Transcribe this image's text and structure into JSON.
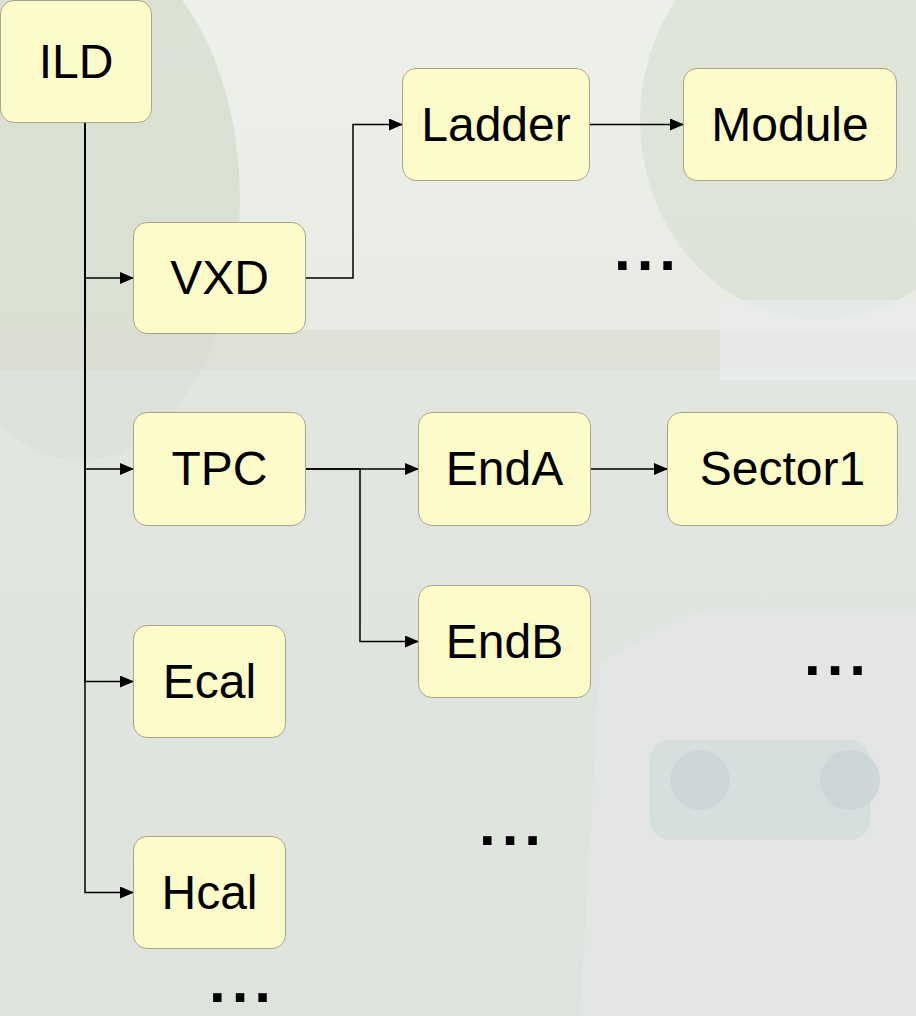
{
  "diagram": {
    "nodes": [
      {
        "text": [
          "ILD"
        ]
      },
      {
        "text": [
          "VXD"
        ]
      },
      {
        "text": [
          "Ladder"
        ]
      },
      {
        "text": [
          "Module"
        ]
      },
      {
        "text": [
          "TPC"
        ]
      },
      {
        "text": [
          "EndA"
        ]
      },
      {
        "text": [
          "Sector1"
        ]
      },
      {
        "text": [
          "EndB"
        ]
      },
      {
        "text": [
          "Ecal"
        ]
      },
      {
        "text": [
          "Hcal"
        ]
      }
    ],
    "edges": [
      {
        "from": 0,
        "to": 1,
        "arrow": "to"
      },
      {
        "from": 0,
        "to": 4,
        "arrow": "to"
      },
      {
        "from": 0,
        "to": 8,
        "arrow": "to"
      },
      {
        "from": 0,
        "to": 9,
        "arrow": "to"
      },
      {
        "from": 1,
        "to": 2,
        "arrow": "to"
      },
      {
        "from": 2,
        "to": 3,
        "arrow": "to"
      },
      {
        "from": 4,
        "to": 5,
        "arrow": "to"
      },
      {
        "from": 4,
        "to": 7,
        "arrow": "to"
      },
      {
        "from": 5,
        "to": 6,
        "arrow": "to"
      }
    ],
    "labels": [
      "...",
      "...",
      "...",
      "..."
    ]
  }
}
